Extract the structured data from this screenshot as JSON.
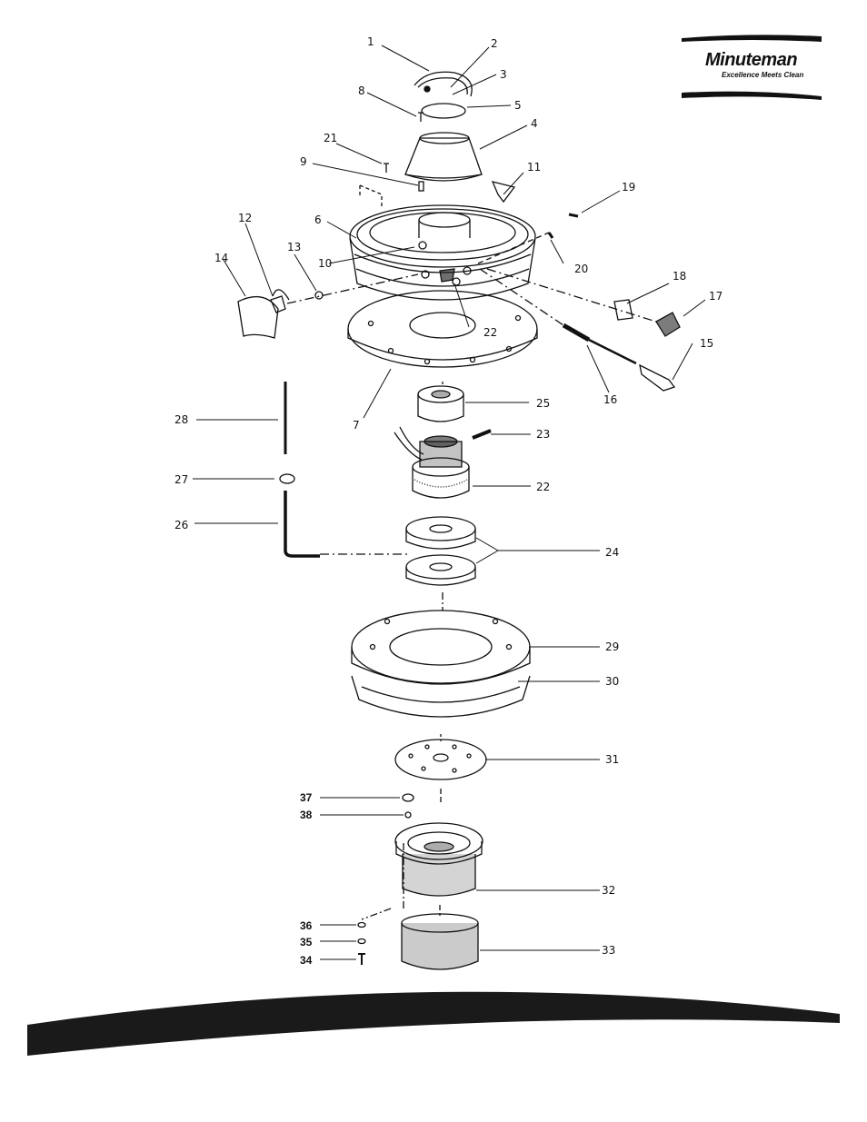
{
  "brand": {
    "name": "Minuteman",
    "tagline": "Excellence Meets Clean"
  },
  "callouts": [
    "1",
    "2",
    "3",
    "4",
    "5",
    "6",
    "7",
    "8",
    "9",
    "10",
    "11",
    "12",
    "13",
    "14",
    "15",
    "16",
    "17",
    "18",
    "19",
    "20",
    "21",
    "22",
    "22",
    "23",
    "24",
    "25",
    "26",
    "27",
    "28",
    "29",
    "30",
    "31",
    "32",
    "33",
    "34",
    "35",
    "36",
    "37",
    "38"
  ],
  "colors": {
    "ink": "#111111",
    "background": "#ffffff",
    "band": "#1a1a1a"
  }
}
